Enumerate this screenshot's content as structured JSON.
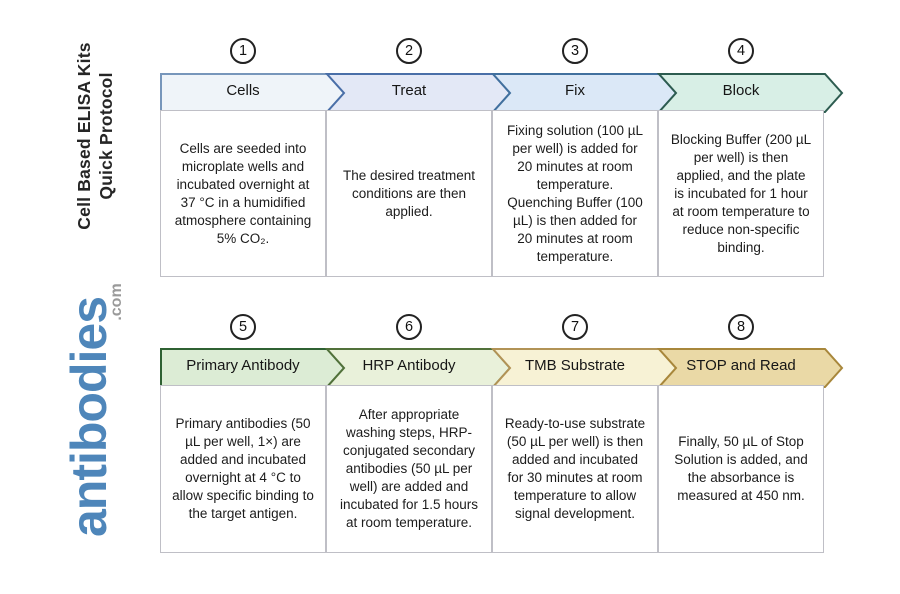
{
  "branding": {
    "title_line1": "Cell Based ELISA Kits",
    "title_line2": "Quick Protocol",
    "logo_text": "antibodies",
    "logo_suffix": ".com",
    "logo_color": "#4e86ba",
    "logo_suffix_color": "#9a9a9a"
  },
  "rows": [
    {
      "steps": [
        {
          "number": "1",
          "label": "Cells",
          "fill": "#eff4f9",
          "border": "#7796bb",
          "description": "Cells are seeded into microplate wells and incubated overnight at 37 °C in a humidified atmosphere containing 5% CO₂."
        },
        {
          "number": "2",
          "label": "Treat",
          "fill": "#e3e8f6",
          "border": "#4a6fa8",
          "description": "The desired treatment conditions are then applied."
        },
        {
          "number": "3",
          "label": "Fix",
          "fill": "#dbe8f7",
          "border": "#41709e",
          "description": "Fixing solution (100 µL per well) is added for 20 minutes at room temperature. Quenching Buffer (100 µL) is then added for 20 minutes at room temperature."
        },
        {
          "number": "4",
          "label": "Block",
          "fill": "#d8efe6",
          "border": "#2d5c50",
          "description": "Blocking Buffer (200 µL per well) is then applied, and the plate is incubated for 1 hour at room temperature to reduce non-specific binding."
        }
      ]
    },
    {
      "steps": [
        {
          "number": "5",
          "label": "Primary Antibody",
          "fill": "#dcecd5",
          "border": "#2f6133",
          "description": "Primary antibodies (50 µL per well, 1×) are added and incubated overnight at 4 °C to allow specific binding to the target antigen."
        },
        {
          "number": "6",
          "label": "HRP Antibody",
          "fill": "#e9f1da",
          "border": "#51713a",
          "description": "After appropriate washing steps, HRP-conjugated secondary antibodies (50 µL per well) are added and incubated for 1.5 hours at room temperature."
        },
        {
          "number": "7",
          "label": "TMB Substrate",
          "fill": "#f7f2d5",
          "border": "#b29356",
          "description": "Ready-to-use substrate (50 µL per well) is then added and incubated for 30 minutes at room temperature to allow signal development."
        },
        {
          "number": "8",
          "label": "STOP and Read",
          "fill": "#ead9a6",
          "border": "#a8873b",
          "description": "Finally, 50 µL of Stop Solution is added, and the absorbance is measured at 450 nm."
        }
      ]
    }
  ]
}
